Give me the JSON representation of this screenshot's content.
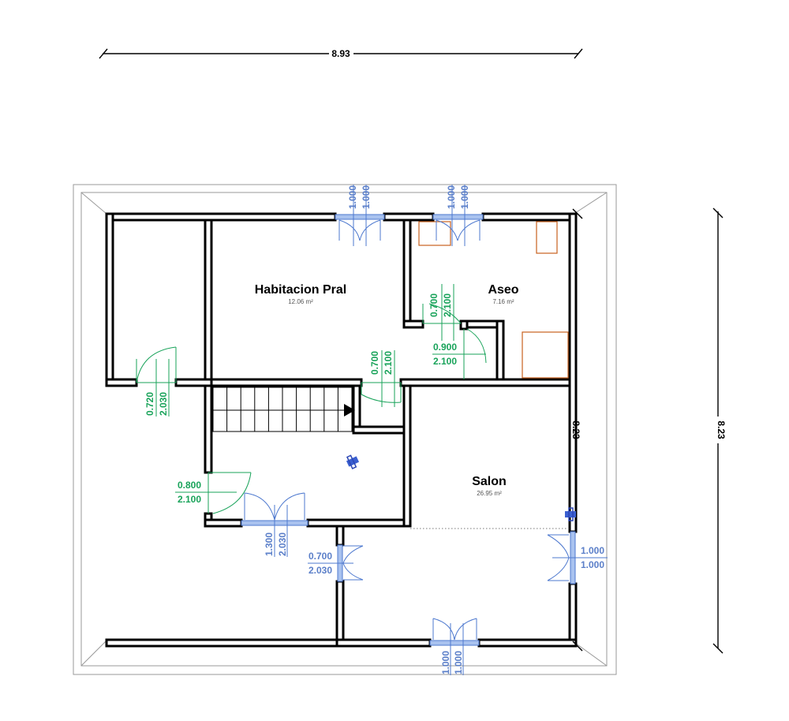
{
  "dimensions": {
    "overall_width": "8.93",
    "overall_height": "8.23",
    "inner_height": "8.23"
  },
  "rooms": [
    {
      "name": "Habitacion Pral",
      "area": "12.06 m²"
    },
    {
      "name": "Aseo",
      "area": "7.16 m²"
    },
    {
      "name": "Salon",
      "area": "26.95 m²"
    }
  ],
  "openings": {
    "bed_window_top": {
      "w": "1.000",
      "h": "1.000"
    },
    "bath_window_top": {
      "w": "1.000",
      "h": "1.000"
    },
    "bath_door_left": {
      "w": "0.700",
      "h": "2.100"
    },
    "bath_door_inner": {
      "w": "0.900",
      "h": "2.100"
    },
    "bed_door": {
      "w": "0.700",
      "h": "2.100"
    },
    "left_room_door": {
      "w": "0.720",
      "h": "2.030"
    },
    "hall_door": {
      "w": "0.800",
      "h": "2.100"
    },
    "entry_door": {
      "w": "1.300",
      "h": "2.030"
    },
    "small_door": {
      "w": "0.700",
      "h": "2.030"
    },
    "salon_window_right": {
      "w": "1.000",
      "h": "1.000"
    },
    "salon_window_bottom": {
      "w": "1.000",
      "h": "1.000"
    }
  },
  "colors": {
    "wall": "#000000",
    "door_annotation": "#19a35a",
    "window_annotation": "#5b7fc9",
    "sanitary": "#c8621e"
  }
}
